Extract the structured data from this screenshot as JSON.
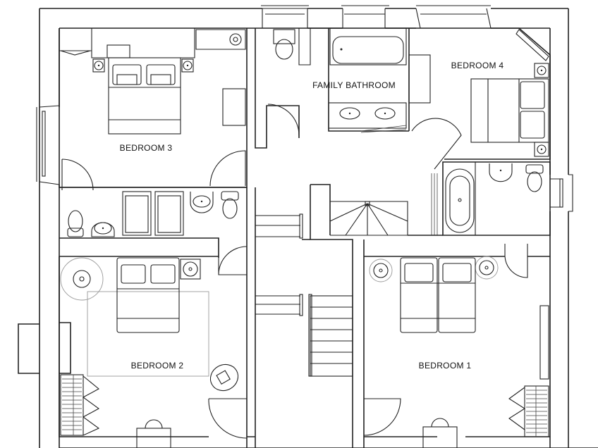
{
  "diagram": {
    "type": "architectural-floor-plan",
    "rooms": [
      {
        "id": "bedroom-3",
        "label": "BEDROOM 3"
      },
      {
        "id": "family-bathroom",
        "label": "FAMILY BATHROOM"
      },
      {
        "id": "bedroom-4",
        "label": "BEDROOM 4"
      },
      {
        "id": "bedroom-2",
        "label": "BEDROOM 2"
      },
      {
        "id": "bedroom-1",
        "label": "BEDROOM 1"
      }
    ],
    "line_color": "#222222",
    "background": "#ffffff"
  }
}
